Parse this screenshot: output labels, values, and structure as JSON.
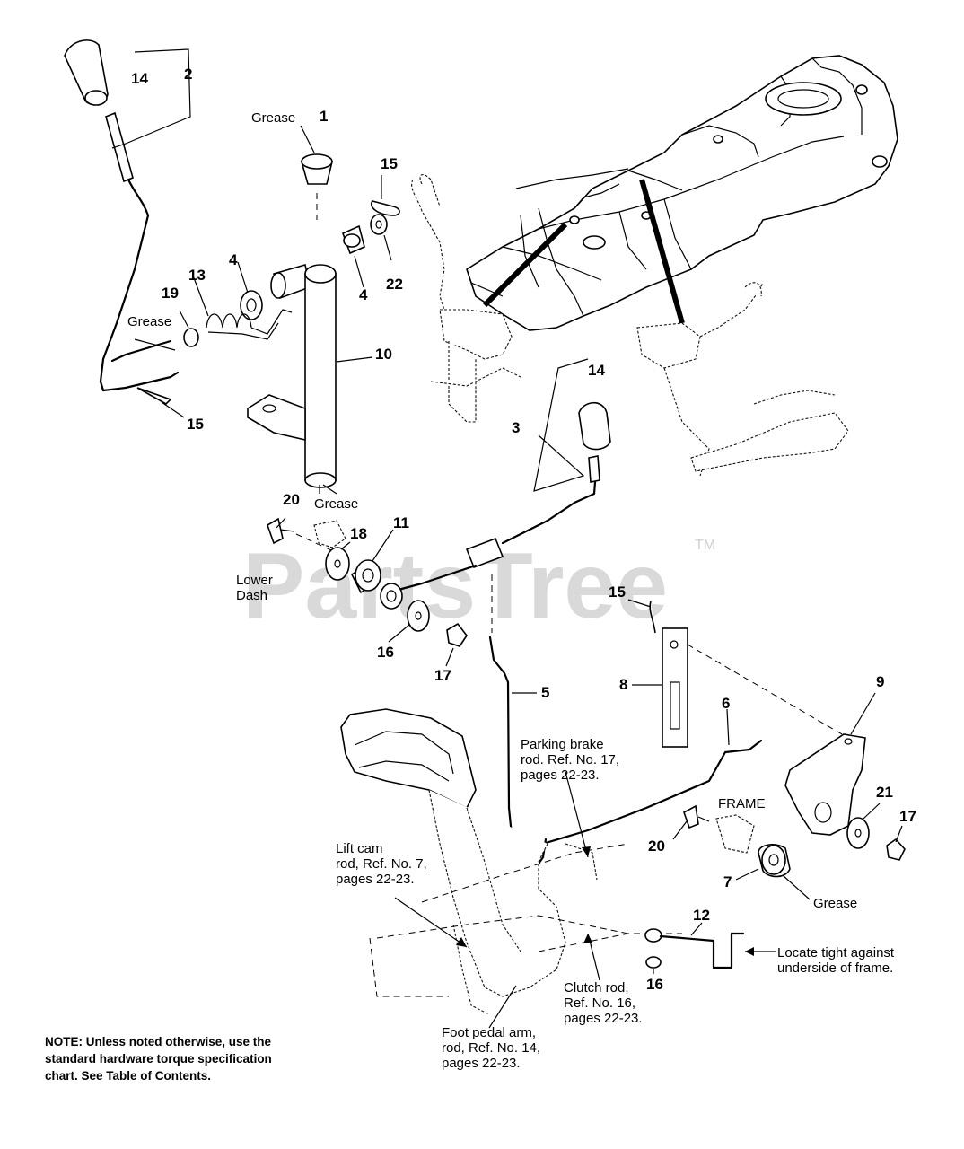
{
  "watermark": {
    "text": "PartsTree",
    "trademark": "TM"
  },
  "callouts": {
    "c1": "1",
    "c2": "2",
    "c3": "3",
    "c4a": "4",
    "c4b": "4",
    "c5": "5",
    "c6": "6",
    "c7": "7",
    "c8": "8",
    "c9": "9",
    "c10": "10",
    "c11": "11",
    "c12": "12",
    "c13": "13",
    "c14a": "14",
    "c14b": "14",
    "c15a": "15",
    "c15b": "15",
    "c15c": "15",
    "c16a": "16",
    "c16b": "16",
    "c17a": "17",
    "c17b": "17",
    "c18": "18",
    "c19": "19",
    "c20a": "20",
    "c20b": "20",
    "c21": "21",
    "c22": "22"
  },
  "labels": {
    "grease": "Grease",
    "lower_dash": [
      "Lower",
      "Dash"
    ],
    "frame": "FRAME",
    "parking_brake": [
      "Parking brake",
      "rod. Ref. No. 17,",
      "pages 22-23."
    ],
    "lift_cam": [
      "Lift cam",
      "rod, Ref. No. 7,",
      "pages 22-23."
    ],
    "clutch_rod": [
      "Clutch rod,",
      "Ref. No. 16,",
      "pages 22-23."
    ],
    "foot_pedal": [
      "Foot pedal arm,",
      "rod, Ref. No. 14,",
      "pages 22-23."
    ],
    "locate_tight": [
      "Locate tight against",
      "underside of frame."
    ]
  },
  "note": [
    "NOTE: Unless noted otherwise, use the",
    "standard hardware torque specification",
    "chart. See Table of Contents."
  ]
}
